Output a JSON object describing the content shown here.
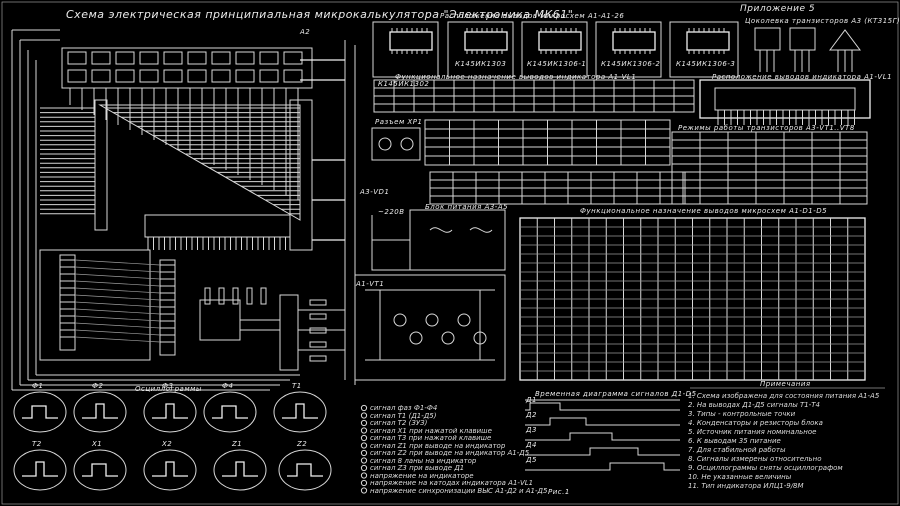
{
  "title": "Схема электрическая принципиальная микрокалькулятора \"Электроника МК61\"",
  "appendix": "Приложение 5",
  "headers": {
    "pinout": "Расположение выводов микросхем А1-А1-26",
    "indicator_functions": "Функциональное назначение выводов индикатора А1-VL1",
    "indicator_label": "Расположение выводов индикатора А1-VL1",
    "transistors": "Цоколевка транзисторов А3 (КТ315Г)",
    "power_block": "Блок питания А3-А5",
    "modes": "Режимы работы транзисторов А3-VT1..VT8",
    "chip_functions": "Функциональное назначение выводов микросхем А1-D1-D5",
    "timing": "Временная диаграмма сигналов Д1-D5",
    "oscillograms": "Осциллограммы",
    "notes_title": "Примечания",
    "fig": "Рис.1"
  },
  "legend": [
    "сигнал фаз Ф1-Ф4",
    "сигнал Т1 (Д1-Д5)",
    "сигнал Т2 (ЗУЗ)",
    "сигнал Х1 при нажатой клавише",
    "сигнал Т3 при нажатой клавише",
    "сигнал Z1 при выводе на индикатор",
    "сигнал Z2 при выводе на индикатор А1-Д5",
    "сигнал 8 ланы на индикатор",
    "сигнал Z3 при выводе Д1",
    "напряжение на индикаторе",
    "напряжение на катодах индикатора А1-VL1",
    "напряжение синхронизации ВЫС А1-Д2 и А1-Д5"
  ],
  "notes": [
    "1. Схема изображена для состояния питания А1-А5",
    "2. На выводах Д1-Д5 сигналы Т1-Т4",
    "3. Типы - контрольные точки",
    "4. Конденсаторы и резисторы блока",
    "5. Источник питания номинальное",
    "6. К выводам 35 питание",
    "7. Для стабильной работы",
    "8. Сигналы измерены относительно",
    "9. Осциллограммы сняты осциллографом",
    "10. Не указанные величины",
    "11. Тип индикатора ИЛЦ1-9/8М"
  ],
  "chips": [
    "К145ИК1302",
    "К145ИК1303",
    "К145ИК1306-1",
    "К145ИК1306-2",
    "К145ИК1306-3"
  ],
  "osc_labels": [
    "Ф1",
    "Ф2",
    "Ф3",
    "Ф4",
    "Т1",
    "Т2",
    "Х1",
    "Х2",
    "Z1",
    "Z2"
  ],
  "timing_labels": [
    "Д1",
    "Д2",
    "Д3",
    "Д4",
    "Д5"
  ],
  "small_labels": {
    "node_a": "А1-VT1",
    "node_b": "А2",
    "node_c": "А3-VD1",
    "plug": "Разъем ХР1",
    "power_in": "~220В"
  }
}
